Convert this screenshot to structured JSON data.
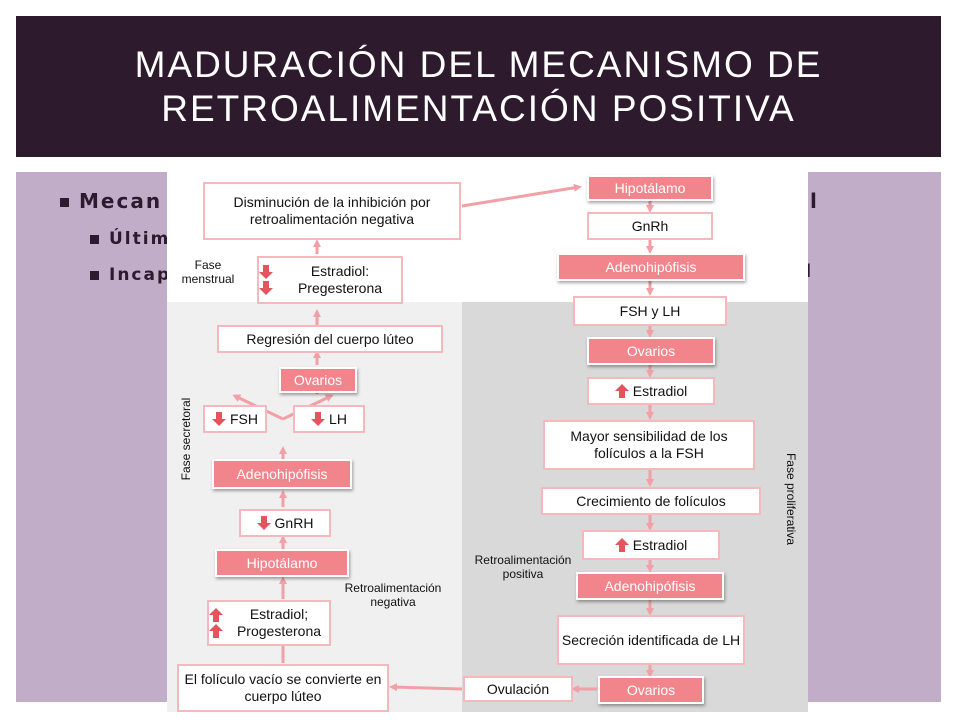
{
  "title": {
    "line1": "MADURACIÓN DEL MECANISMO DE",
    "line2": "RETROALIMENTACIÓN POSITIVA"
  },
  "bullets": [
    {
      "text": "Mecan"
    },
    {
      "text": "Últim"
    },
    {
      "text": "Incap"
    }
  ],
  "right_fragments": [
    "l",
    "l"
  ],
  "diagram": {
    "hipotalamo_right": "Hipotálamo",
    "gnrh_right": "GnRh",
    "adeno_right_top": "Adenohipófisis",
    "fsh_lh": "FSH y LH",
    "ovarios_right_top": "Ovarios",
    "estradiol_right_1": "Estradiol",
    "mayor_sens": "Mayor sensibilidad de los folículos a la FSH",
    "crecimiento": "Crecimiento de folículos",
    "estradiol_right_2": "Estradiol",
    "adeno_right_bottom": "Adenohipófisis",
    "secrecion": "Secreción identificada de LH",
    "ovarios_right_bottom": "Ovarios",
    "ovulacion": "Ovulación",
    "folicula_vacio": "El folículo vacío se convierte en cuerpo lúteo",
    "estradiol_prog_up": "Estradiol; Progesterona",
    "hipotalamo_left": "Hipotálamo",
    "gnrh_left": "GnRH",
    "adeno_left": "Adenohipófisis",
    "fsh_left": "FSH",
    "lh_left": "LH",
    "ovarios_left": "Ovarios",
    "regresion": "Regresión del cuerpo lúteo",
    "estradiol_prog_down": "Estradiol: Pregesterona",
    "disminucion": "Disminución de la inhibición por retroalimentación negativa",
    "fase_menstrual": "Fase menstrual",
    "fase_secretoral": "Fase secretoral",
    "fase_proliferativa": "Fase proliferativa",
    "retro_positiva": "Retroalimentación positiva",
    "retro_negativa": "Retroalimentación negativa"
  },
  "colors": {
    "title_bg": "#2d1a2d",
    "panel_bg": "#c2adc9",
    "box_pink": "#f2858c",
    "box_border": "#f4b8bd",
    "arrow": "#f0a0a6",
    "arrow_icon": "#e4545d"
  }
}
